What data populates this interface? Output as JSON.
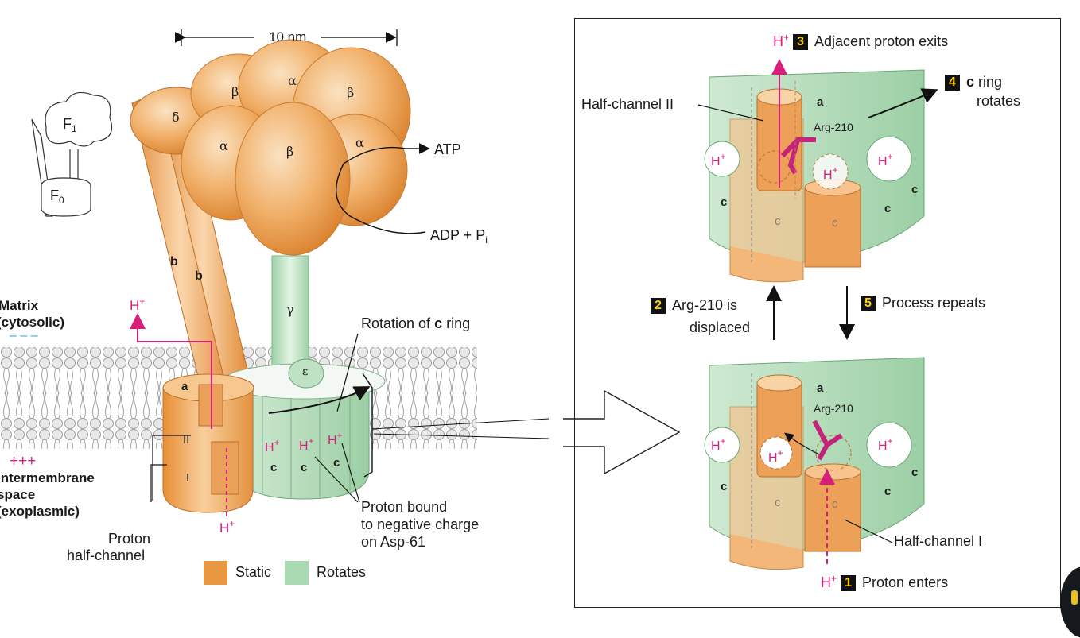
{
  "scale_bar": "10 nm",
  "subunits": {
    "alpha": "α",
    "beta": "β",
    "delta": "δ",
    "gamma": "γ",
    "epsilon": "ε",
    "a": "a",
    "b": "b",
    "c": "c"
  },
  "inset_labels": {
    "f1": "F",
    "f1_sub": "1",
    "f0": "F",
    "f0_sub": "0"
  },
  "products": {
    "atp": "ATP",
    "adp_pi": "ADP + P",
    "adp_sub": "i"
  },
  "proton": {
    "h": "H",
    "plus": "+"
  },
  "membrane": {
    "matrix_line1": "Matrix",
    "matrix_line2": "(cytosolic)",
    "negative": "– – –",
    "positive": "+++",
    "intermembrane_line1": "Intermembrane",
    "intermembrane_line2": "space",
    "intermembrane_line3": "(exoplasmic)"
  },
  "half_channels": {
    "i": "I",
    "ii": "II"
  },
  "callouts": {
    "rotation_prefix": "Rotation of ",
    "rotation_c": "c",
    "rotation_suffix": " ring",
    "proton_bound_1": "Proton bound",
    "proton_bound_2": "to negative charge",
    "proton_bound_3": "on Asp-61",
    "proton_half_1": "Proton",
    "proton_half_2": "half-channel"
  },
  "legend": {
    "static": "Static",
    "rotates": "Rotates",
    "static_color": "#e8963f",
    "rotates_color": "#a9d9b1"
  },
  "steps": {
    "s1_num": "1",
    "s1_text": "Proton enters",
    "s2_num": "2",
    "s2_line1": "Arg-210 is",
    "s2_line2": "displaced",
    "s3_num": "3",
    "s3_text": "Adjacent proton exits",
    "s4_num": "4",
    "s4_c": "c",
    "s4_line1": " ring",
    "s4_line2": "rotates",
    "s5_num": "5",
    "s5_text": "Process repeats"
  },
  "detail": {
    "half_channel_ii": "Half-channel II",
    "half_channel_i": "Half-channel I",
    "arg210": "Arg-210",
    "minus": "–",
    "plus": "+"
  },
  "colors": {
    "orange": "#e8963f",
    "green": "#a9d9b1",
    "pink": "#d81e7a",
    "minus_blue": "#3aa3e0"
  }
}
